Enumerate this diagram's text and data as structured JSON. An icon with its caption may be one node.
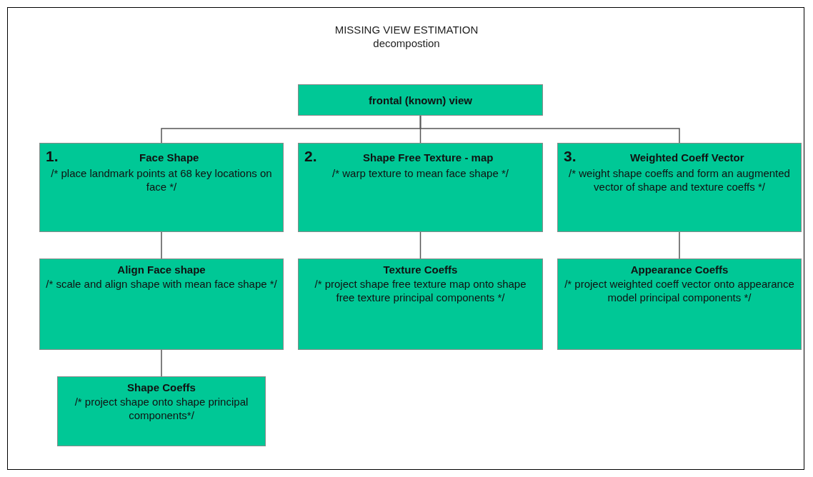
{
  "diagram": {
    "title": "MISSING VIEW ESTIMATION",
    "nodes": [
      {
        "text": [
          "frontal (known) view"
        ]
      },
      {
        "text": [
          "1.",
          "Face Shape",
          "/* place landmark points at 68 key locations on face */"
        ]
      },
      {
        "text": [
          "2.",
          "Shape Free Texture - map",
          "/* warp texture to mean face shape */"
        ]
      },
      {
        "text": [
          "3.",
          "Weighted Coeff Vector",
          "/* weight shape coeffs and form an augmented vector of shape and texture coeffs */"
        ]
      },
      {
        "text": [
          "Align Face shape",
          "/* scale and align shape with mean face shape */"
        ]
      },
      {
        "text": [
          "Texture Coeffs",
          "/* project shape free texture map onto shape free texture principal components */"
        ]
      },
      {
        "text": [
          "Appearance Coeffs",
          "/* project weighted coeff vector onto appearance model principal components */"
        ]
      },
      {
        "text": [
          "Shape Coeffs",
          "/* project shape onto shape principal components*/"
        ]
      }
    ],
    "edges": [
      {
        "from": 0,
        "to": 1,
        "arrow": "none"
      },
      {
        "from": 0,
        "to": 2,
        "arrow": "none"
      },
      {
        "from": 0,
        "to": 3,
        "arrow": "none"
      },
      {
        "from": 1,
        "to": 4,
        "arrow": "none"
      },
      {
        "from": 4,
        "to": 7,
        "arrow": "none"
      },
      {
        "from": 2,
        "to": 5,
        "arrow": "none"
      },
      {
        "from": 3,
        "to": 6,
        "arrow": "none"
      }
    ],
    "labels": [
      "decompostion"
    ]
  }
}
